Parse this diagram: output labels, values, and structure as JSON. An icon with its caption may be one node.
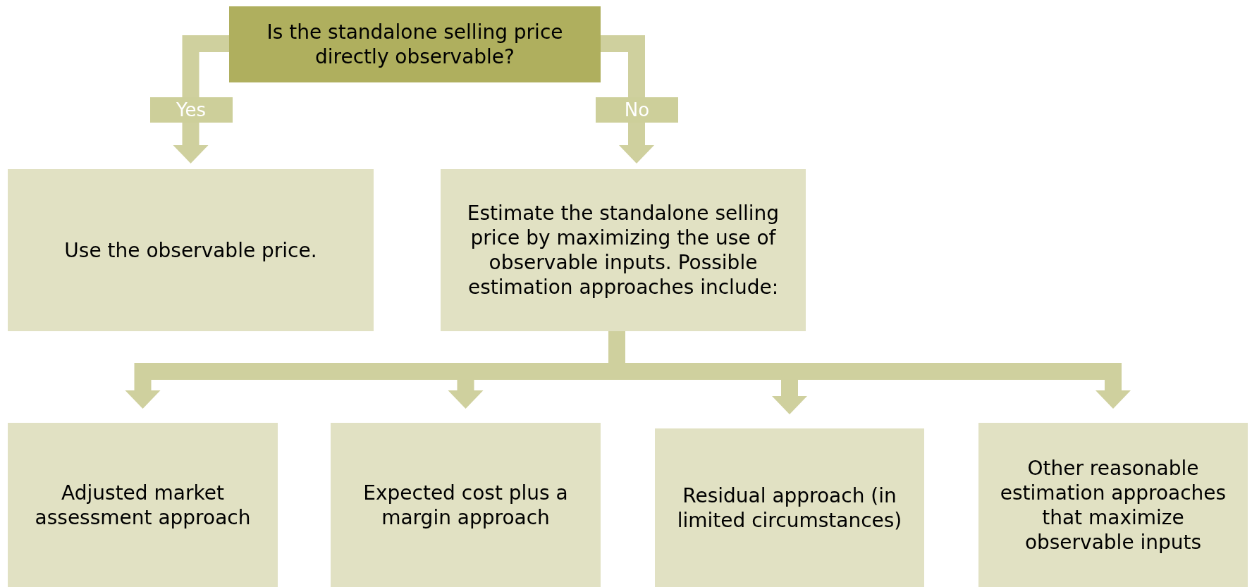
{
  "diagram": {
    "nodes": [
      {
        "text": [
          "Is the standalone selling price directly observable?"
        ]
      },
      {
        "text": [
          "Use the observable price."
        ]
      },
      {
        "text": [
          "Estimate the standalone selling price by maximizing the use of observable inputs. Possible estimation approaches include:"
        ]
      },
      {
        "text": [
          "Adjusted market assessment approach"
        ]
      },
      {
        "text": [
          "Expected cost plus a margin approach"
        ]
      },
      {
        "text": [
          "Residual approach (in limited circumstances)"
        ]
      },
      {
        "text": [
          "Other reasonable estimation approaches that maximize observable inputs"
        ]
      }
    ],
    "edges": [
      {
        "from": 0,
        "to": 1,
        "arrow": "to",
        "label": "Yes"
      },
      {
        "from": 0,
        "to": 2,
        "arrow": "to",
        "label": "No"
      },
      {
        "from": 2,
        "to": 3,
        "arrow": "to"
      },
      {
        "from": 2,
        "to": 4,
        "arrow": "to"
      },
      {
        "from": 2,
        "to": 5,
        "arrow": "to"
      },
      {
        "from": 2,
        "to": 6,
        "arrow": "to"
      }
    ]
  }
}
